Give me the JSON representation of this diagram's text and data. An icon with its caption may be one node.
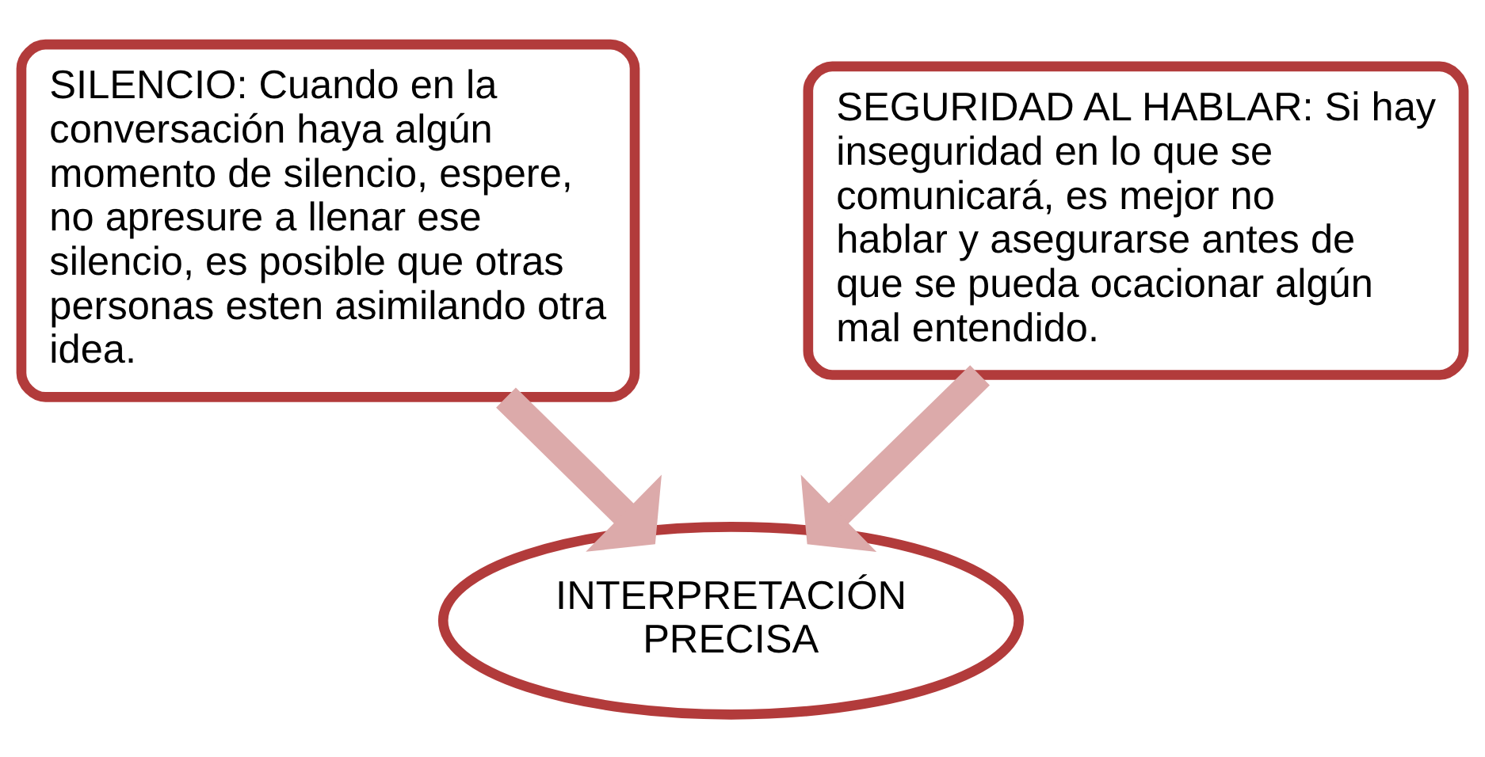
{
  "diagram": {
    "nodes": [
      {
        "text": [
          "SILENCIO: Cuando en la conversación haya algún momento de silencio, espere, no apresure a llenar ese silencio, es posible que otras personas esten asimilando otra idea."
        ]
      },
      {
        "text": [
          "SEGURIDAD AL HABLAR: Si hay inseguridad en lo que se comunicará, es mejor no hablar y asegurarse antes de que se pueda ocacionar algún mal entendido."
        ]
      },
      {
        "text": [
          "INTERPRETACIÓN PRECISA"
        ]
      }
    ],
    "edges": [
      {
        "from": 0,
        "to": 2,
        "arrow": "to"
      },
      {
        "from": 1,
        "to": 2,
        "arrow": "to"
      }
    ]
  }
}
